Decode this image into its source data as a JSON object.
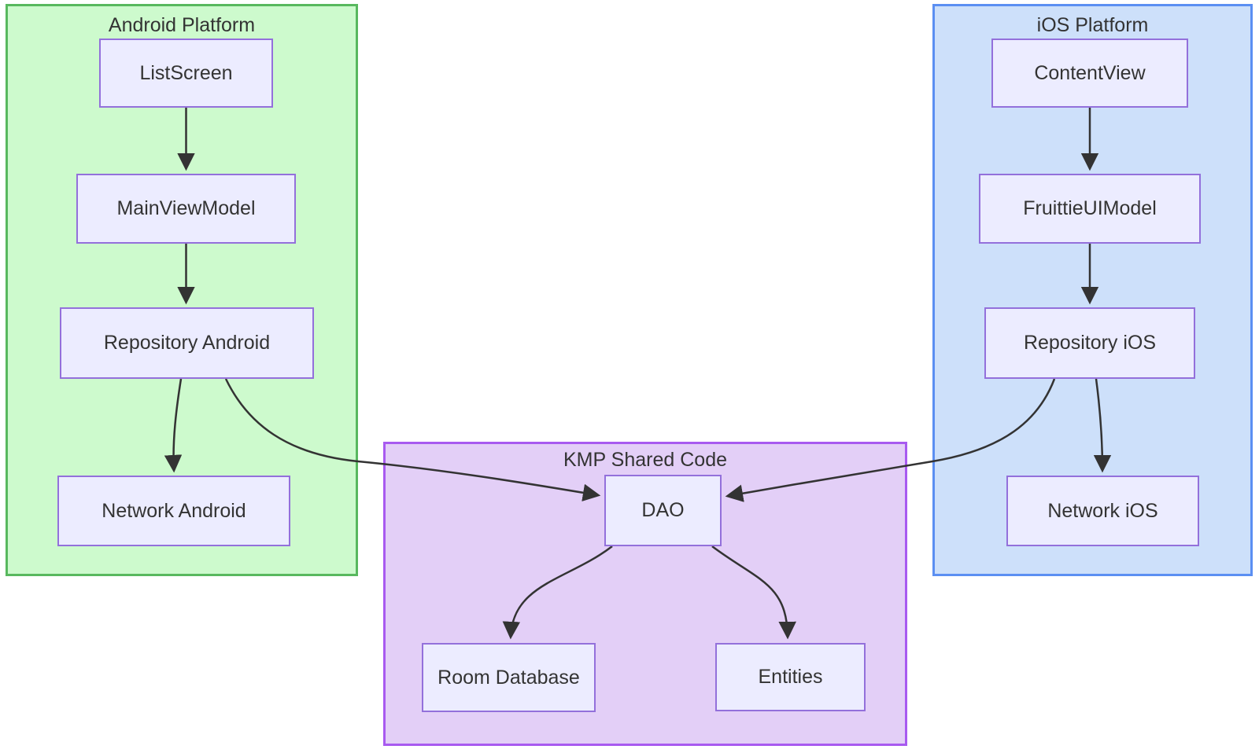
{
  "diagram": {
    "type": "flowchart",
    "subgraphs": {
      "android": {
        "title": "Android Platform"
      },
      "ios": {
        "title": "iOS Platform"
      },
      "kmp": {
        "title": "KMP Shared Code"
      }
    },
    "nodes": {
      "listscreen": {
        "label": "ListScreen",
        "group": "Android Platform"
      },
      "mainviewmodel": {
        "label": "MainViewModel",
        "group": "Android Platform"
      },
      "repository_android": {
        "label": "Repository Android",
        "group": "Android Platform"
      },
      "network_android": {
        "label": "Network Android",
        "group": "Android Platform"
      },
      "contentview": {
        "label": "ContentView",
        "group": "iOS Platform"
      },
      "fruittieuimodel": {
        "label": "FruittieUIModel",
        "group": "iOS Platform"
      },
      "repository_ios": {
        "label": "Repository iOS",
        "group": "iOS Platform"
      },
      "network_ios": {
        "label": "Network iOS",
        "group": "iOS Platform"
      },
      "dao": {
        "label": "DAO",
        "group": "KMP Shared Code"
      },
      "room_database": {
        "label": "Room Database",
        "group": "KMP Shared Code"
      },
      "entities": {
        "label": "Entities",
        "group": "KMP Shared Code"
      }
    },
    "edges": [
      {
        "from": "ListScreen",
        "to": "MainViewModel"
      },
      {
        "from": "MainViewModel",
        "to": "Repository Android"
      },
      {
        "from": "Repository Android",
        "to": "Network Android"
      },
      {
        "from": "Repository Android",
        "to": "DAO"
      },
      {
        "from": "ContentView",
        "to": "FruittieUIModel"
      },
      {
        "from": "FruittieUIModel",
        "to": "Repository iOS"
      },
      {
        "from": "Repository iOS",
        "to": "Network iOS"
      },
      {
        "from": "Repository iOS",
        "to": "DAO"
      },
      {
        "from": "DAO",
        "to": "Room Database"
      },
      {
        "from": "DAO",
        "to": "Entities"
      }
    ]
  },
  "colors": {
    "android_fill": "#cdfacd",
    "android_border": "#58b85e",
    "ios_fill": "#cde0fa",
    "ios_border": "#5b8ff2",
    "kmp_fill": "#e3cff7",
    "kmp_border": "#a85af0",
    "node_fill": "#ececff",
    "node_border": "#9370db",
    "arrow": "#333333",
    "text": "#333333"
  }
}
